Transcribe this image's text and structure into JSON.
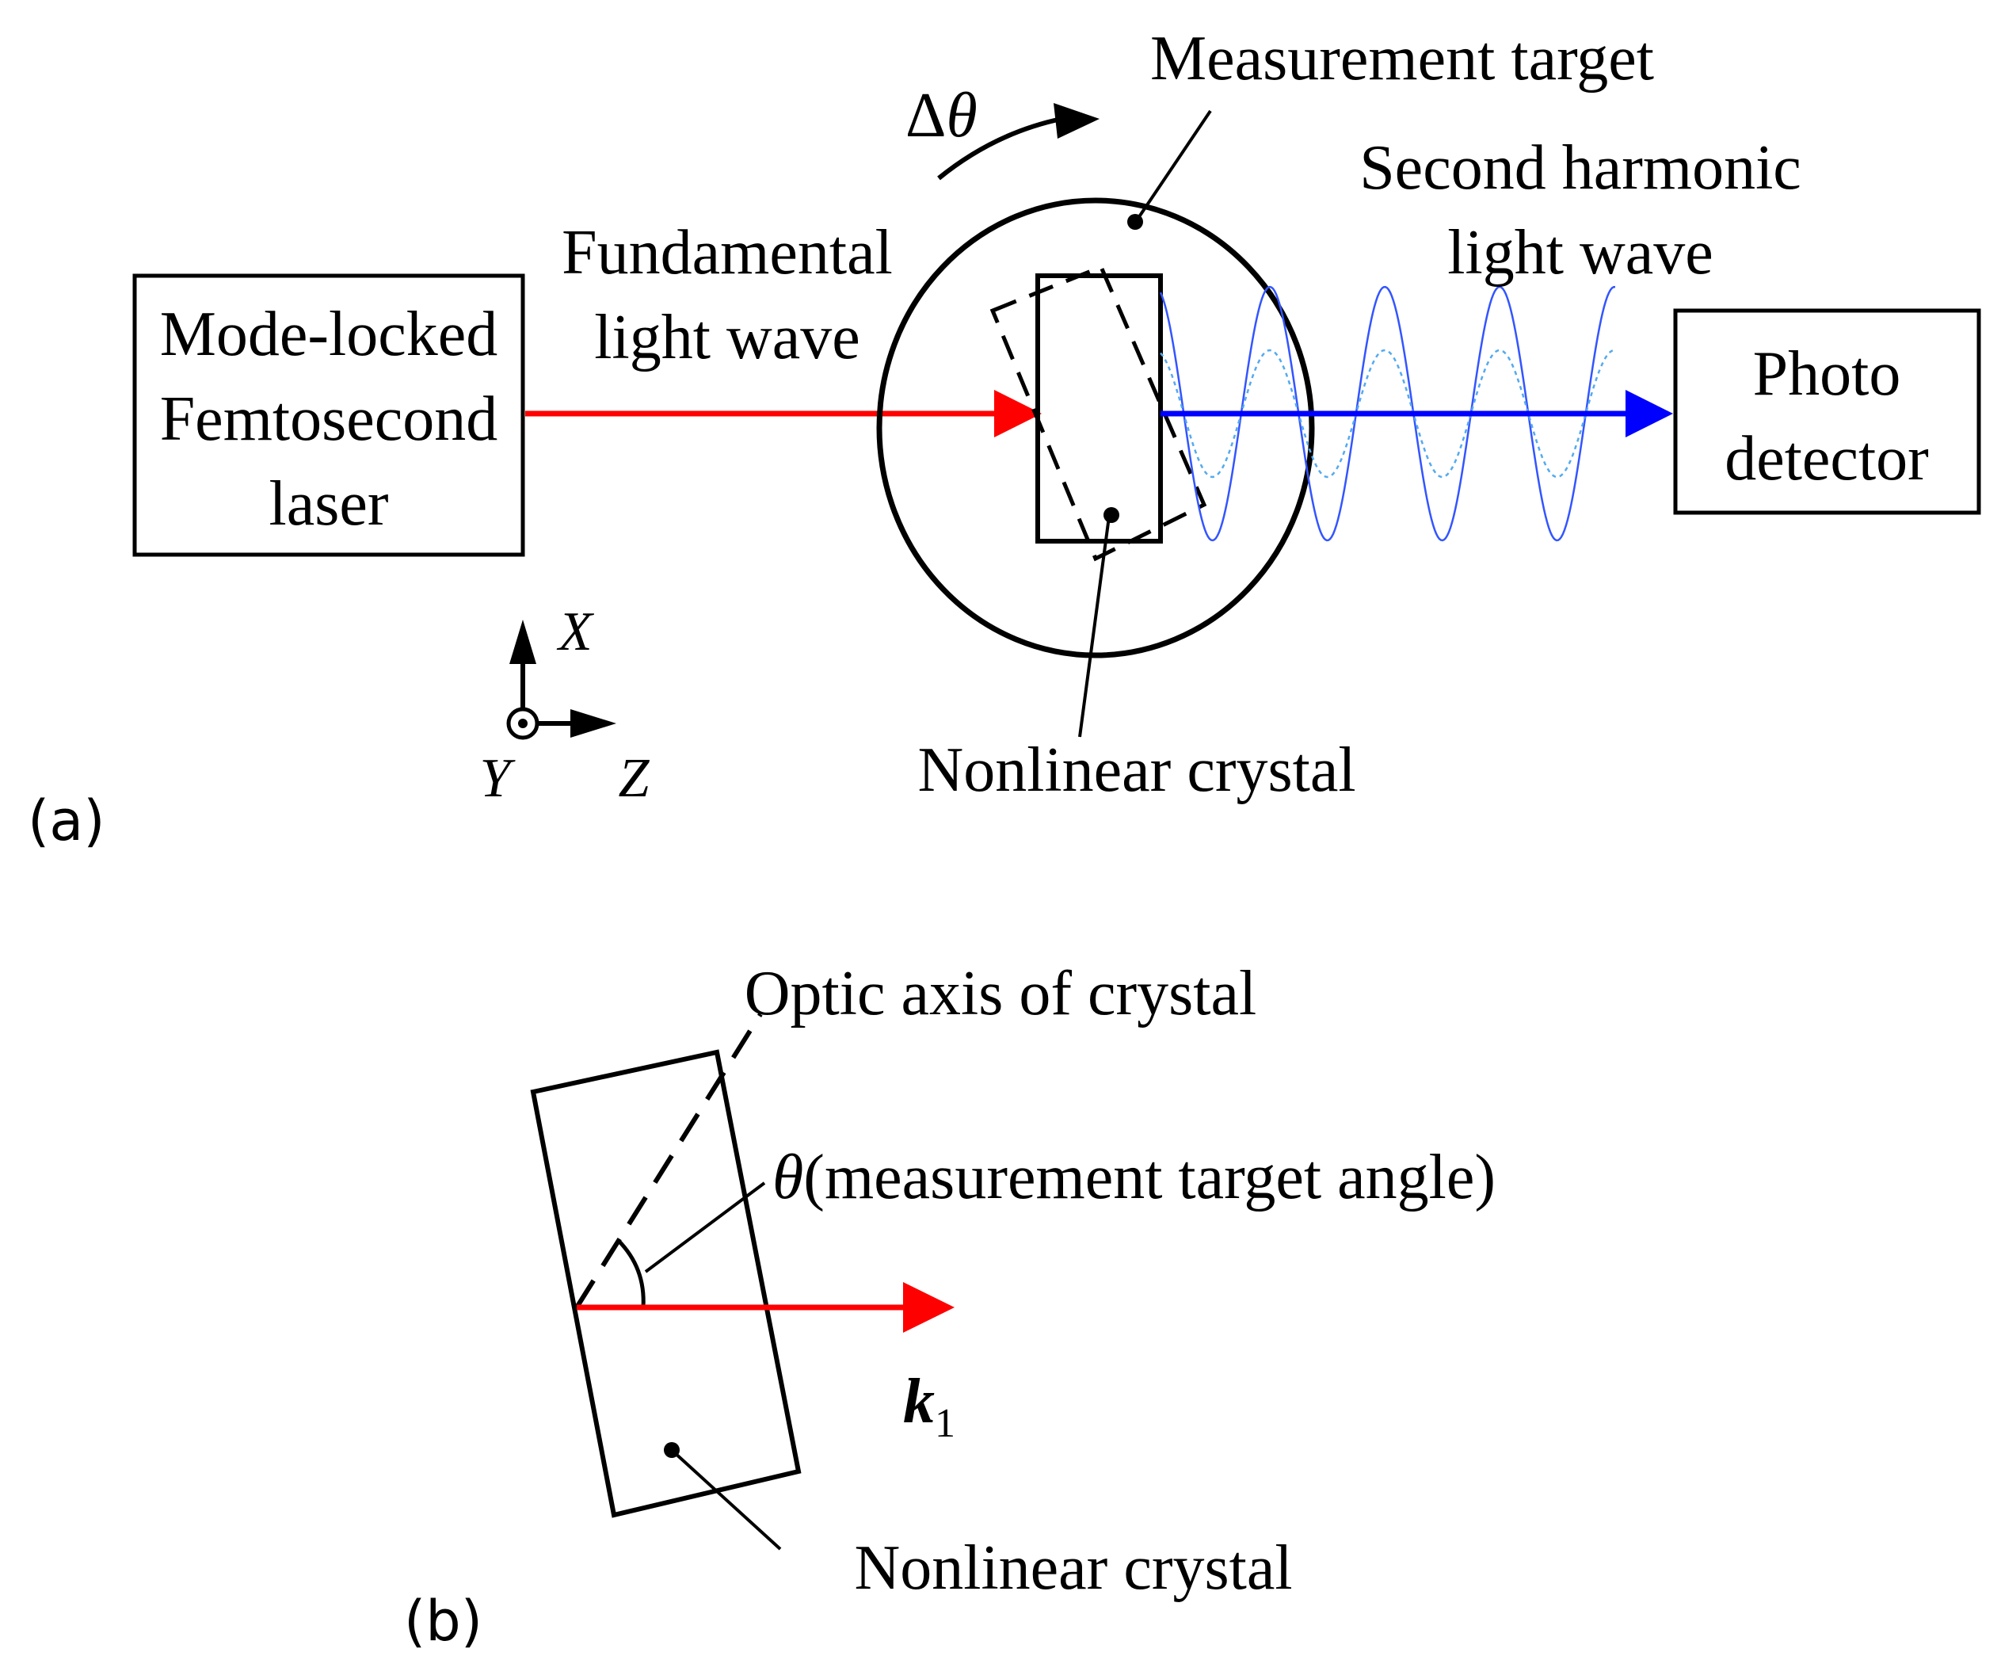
{
  "panel_a": {
    "tag": "(a)",
    "laser": {
      "line1": "Mode-locked",
      "line2": "Femtosecond",
      "line3": "laser"
    },
    "fundamental": {
      "line1": "Fundamental",
      "line2": "light wave"
    },
    "measurement_target": "Measurement target",
    "rotation": {
      "delta": "Δ",
      "theta": "θ"
    },
    "second_harmonic": {
      "line1": "Second harmonic",
      "line2": "light wave"
    },
    "detector": {
      "line1": "Photo",
      "line2": "detector"
    },
    "nonlinear_crystal": "Nonlinear crystal",
    "axes": {
      "x": "X",
      "y": "Y",
      "z": "Z"
    }
  },
  "panel_b": {
    "tag": "(b)",
    "optic_axis": "Optic axis of crystal",
    "theta": "θ",
    "angle_text": "(measurement target angle)",
    "k": "k",
    "k_sub": "1",
    "nonlinear_crystal": "Nonlinear crystal"
  },
  "colors": {
    "fundamental_beam": "#ff0000",
    "second_harmonic_beam": "#0000ff",
    "waves": "#3355ff",
    "dotted_wave": "#55aaee",
    "outline": "#000000"
  }
}
